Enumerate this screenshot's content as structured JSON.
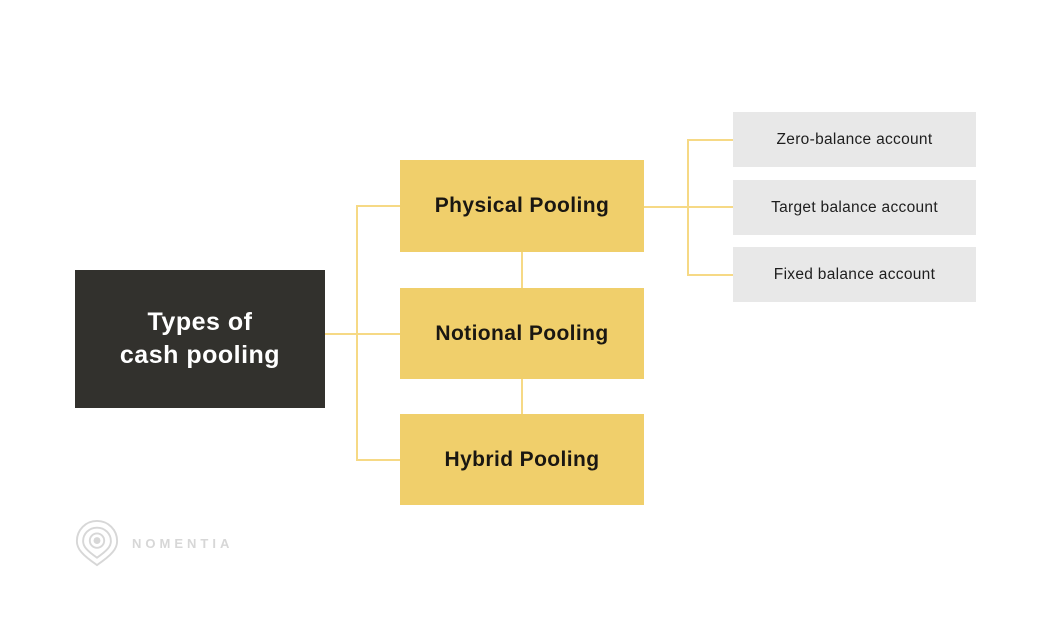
{
  "root": {
    "lines": [
      "Types of",
      "cash pooling"
    ]
  },
  "branches": [
    {
      "label": "Physical Pooling"
    },
    {
      "label": "Notional Pooling"
    },
    {
      "label": "Hybrid Pooling"
    }
  ],
  "leaves": [
    {
      "label": "Zero-balance account"
    },
    {
      "label": "Target balance account"
    },
    {
      "label": "Fixed balance account"
    }
  ],
  "brand": {
    "name": "NOMENTIA",
    "icon": "location-pin-icon"
  },
  "colors": {
    "canvas_bg": "#FFFFFF",
    "root_bg": "#32312D",
    "root_text": "#FFFFFF",
    "branch_bg": "#F0CF6B",
    "branch_text": "#1A1712",
    "leaf_bg": "#E8E8E8",
    "leaf_text": "#1E1E1E",
    "connector": "#F6D985",
    "brand": "#D7D7D7"
  }
}
